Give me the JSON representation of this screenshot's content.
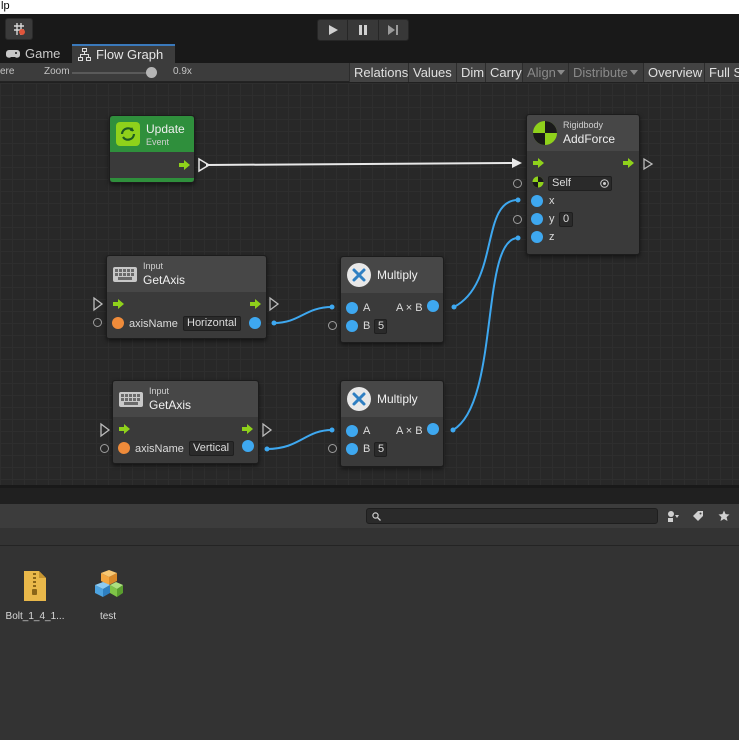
{
  "menu": {
    "fragment": "lp"
  },
  "tabs": [
    {
      "label": "Game",
      "icon": "gamepad-icon"
    },
    {
      "label": "Flow Graph",
      "icon": "flow-graph-icon"
    }
  ],
  "graph_toolbar": {
    "left_fragment": "ere",
    "zoom_label": "Zoom",
    "zoom_value": "0.9x",
    "buttons": [
      "Relations",
      "Values",
      "Dim",
      "Carry",
      "Align",
      "Distribute",
      "Overview",
      "Full S"
    ],
    "disabled_buttons": [
      "Align",
      "Distribute"
    ]
  },
  "nodes": {
    "update": {
      "title": "Update",
      "subtitle": "Event"
    },
    "addforce": {
      "category": "Rigidbody",
      "title": "AddForce",
      "target_value": "Self",
      "port_x": "x",
      "port_y": "y",
      "y_value": "0",
      "port_z": "z"
    },
    "getaxis1": {
      "category": "Input",
      "title": "GetAxis",
      "param_label": "axisName",
      "param_value": "Horizontal"
    },
    "getaxis2": {
      "category": "Input",
      "title": "GetAxis",
      "param_label": "axisName",
      "param_value": "Vertical"
    },
    "multiply1": {
      "title": "Multiply",
      "port_a": "A",
      "port_b": "B",
      "b_value": "5",
      "output": "A × B"
    },
    "multiply2": {
      "title": "Multiply",
      "port_a": "A",
      "port_b": "B",
      "b_value": "5",
      "output": "A × B"
    }
  },
  "project": {
    "search_placeholder": "",
    "assets": [
      {
        "name": "Bolt_1_4_1...",
        "icon": "zip-archive-icon"
      },
      {
        "name": "test",
        "icon": "prefab-icon"
      }
    ]
  },
  "colors": {
    "accent_blue": "#3ea8f0",
    "event_green": "#2f8f3c",
    "flow_arrow_green": "#8fd11b",
    "port_orange": "#ef8b3a"
  }
}
